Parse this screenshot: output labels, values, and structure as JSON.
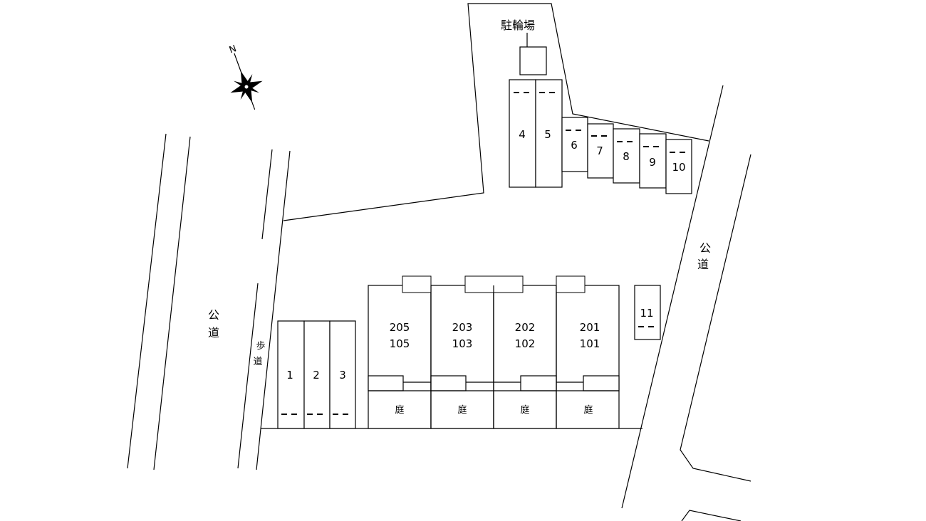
{
  "compass": {
    "north_label": "N"
  },
  "bicycle_parking": {
    "label": "駐輪場"
  },
  "roads": {
    "left_road": {
      "line1": "公",
      "line2": "道"
    },
    "right_road": {
      "line1": "公",
      "line2": "道"
    },
    "sidewalk": {
      "line1": "歩",
      "line2": "道"
    }
  },
  "parking_spaces": [
    "1",
    "2",
    "3",
    "4",
    "5",
    "6",
    "7",
    "8",
    "9",
    "10",
    "11"
  ],
  "units": [
    {
      "upper": "205",
      "lower": "105",
      "garden": "庭"
    },
    {
      "upper": "203",
      "lower": "103",
      "garden": "庭"
    },
    {
      "upper": "202",
      "lower": "102",
      "garden": "庭"
    },
    {
      "upper": "201",
      "lower": "101",
      "garden": "庭"
    }
  ]
}
